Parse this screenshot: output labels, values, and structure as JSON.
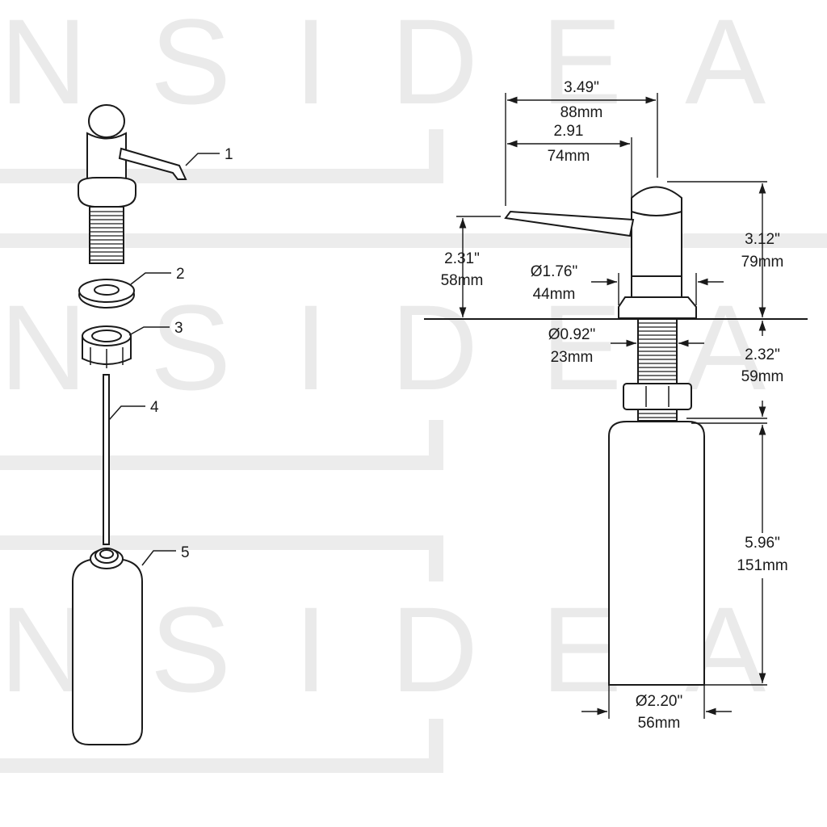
{
  "watermark": {
    "text": "INSIDEAST"
  },
  "exploded_view": {
    "callouts": [
      "1",
      "2",
      "3",
      "4",
      "5"
    ]
  },
  "dimensions": {
    "overall_width": {
      "imperial": "3.49\"",
      "metric": "88mm"
    },
    "spout_reach": {
      "imperial": "2.91",
      "metric": "74mm"
    },
    "spout_height": {
      "imperial": "2.31\"",
      "metric": "58mm"
    },
    "head_height": {
      "imperial": "3.12\"",
      "metric": "79mm"
    },
    "base_diameter": {
      "imperial": "Ø1.76\"",
      "metric": "44mm"
    },
    "shank_diameter": {
      "imperial": "Ø0.92\"",
      "metric": "23mm"
    },
    "shank_length": {
      "imperial": "2.32\"",
      "metric": "59mm"
    },
    "bottle_height": {
      "imperial": "5.96\"",
      "metric": "151mm"
    },
    "bottle_diameter": {
      "imperial": "Ø2.20\"",
      "metric": "56mm"
    }
  }
}
